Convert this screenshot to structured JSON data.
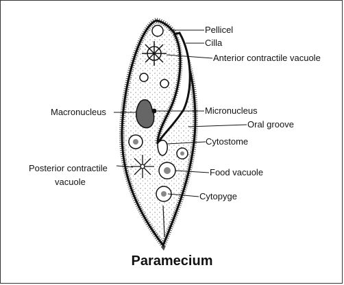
{
  "title": "Paramecium",
  "labels": {
    "pellicel": "Pellicel",
    "cilla": "Cilla",
    "anterior_cv": "Anterior contractile vacuole",
    "macronucleus": "Macronucleus",
    "micronucleus": "Micronucleus",
    "oral_groove": "Oral groove",
    "cytostome": "Cytostome",
    "posterior_cv_line1": "Posterior contractile",
    "posterior_cv_line2": "vacuole",
    "food_vacuole": "Food vacuole",
    "cytopyge": "Cytopyge"
  },
  "colors": {
    "ink": "#111111",
    "stipple": "#555555",
    "frame": "#333333"
  }
}
